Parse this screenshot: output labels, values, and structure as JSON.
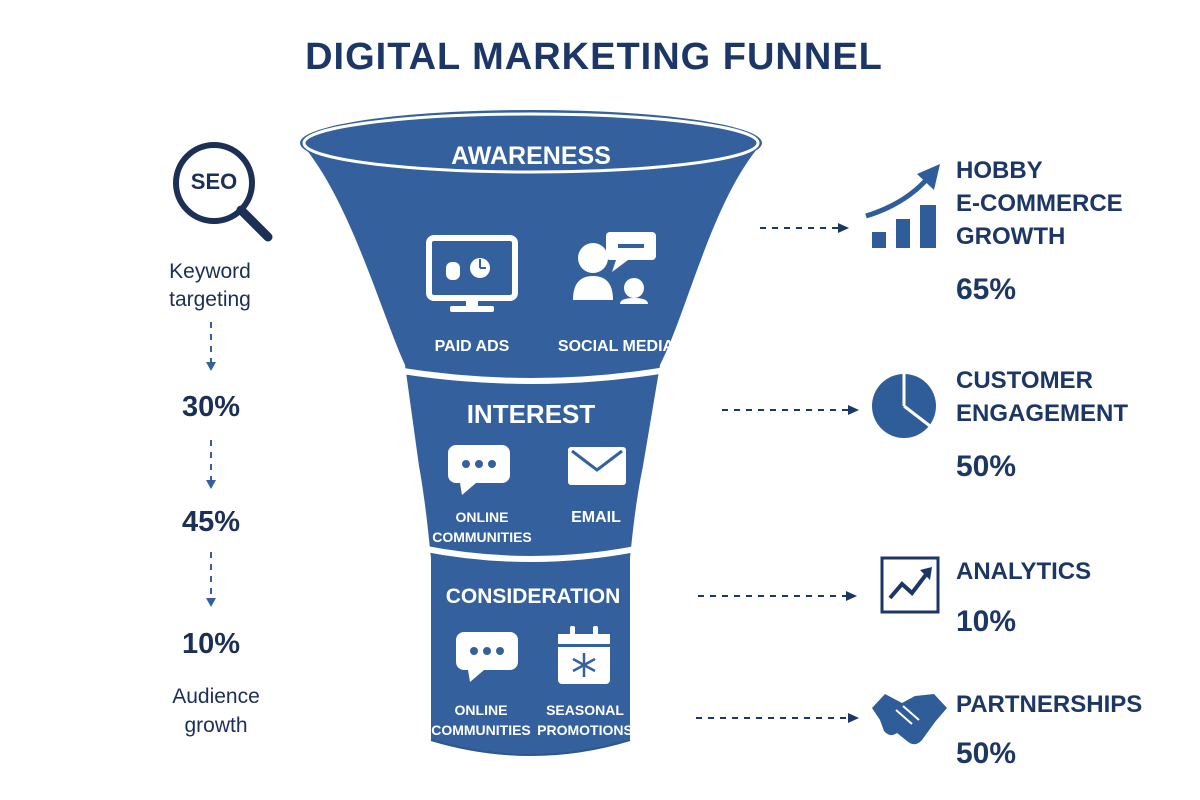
{
  "title": "DIGITAL MARKETING FUNNEL",
  "colors": {
    "funnel": "#34619d",
    "funnel_dark": "#2c5790",
    "text": "#1c3766",
    "icon": "#2f5d99"
  },
  "left": {
    "icon": "seo-magnifier-icon",
    "icon_text": "SEO",
    "top_label": [
      "Keyword",
      "targeting"
    ],
    "percentages": [
      "30%",
      "45%",
      "10%"
    ],
    "bottom_label": [
      "Audience",
      "growth"
    ]
  },
  "funnel": {
    "stages": [
      {
        "title": "AWARENESS",
        "channels": [
          {
            "label": "PAID ADS",
            "icon": "monitor-ad-icon"
          },
          {
            "label": "SOCIAL MEDIA",
            "icon": "people-chat-icon"
          }
        ]
      },
      {
        "title": "INTEREST",
        "channels": [
          {
            "label_lines": [
              "ONLINE",
              "COMMUNITIES"
            ],
            "icon": "chat-bubble-icon"
          },
          {
            "label": "EMAIL",
            "icon": "envelope-icon"
          }
        ]
      },
      {
        "title": "CONSIDERATION",
        "channels": [
          {
            "label_lines": [
              "ONLINE",
              "COMMUNITIES"
            ],
            "icon": "chat-bubble-icon"
          },
          {
            "label_lines": [
              "SEASONAL",
              "PROMOTIONS"
            ],
            "icon": "calendar-snowflake-icon"
          }
        ]
      }
    ]
  },
  "right": [
    {
      "label_lines": [
        "HOBBY",
        "E-COMMERCE",
        "GROWTH"
      ],
      "value": "65%",
      "icon": "growth-bar-chart-icon"
    },
    {
      "label_lines": [
        "CUSTOMER",
        "ENGAGEMENT"
      ],
      "value": "50%",
      "icon": "pie-chart-icon"
    },
    {
      "label_lines": [
        "ANALYTICS"
      ],
      "value": "10%",
      "icon": "line-chart-icon"
    },
    {
      "label_lines": [
        "PARTNERSHIPS"
      ],
      "value": "50%",
      "icon": "handshake-icon"
    }
  ]
}
